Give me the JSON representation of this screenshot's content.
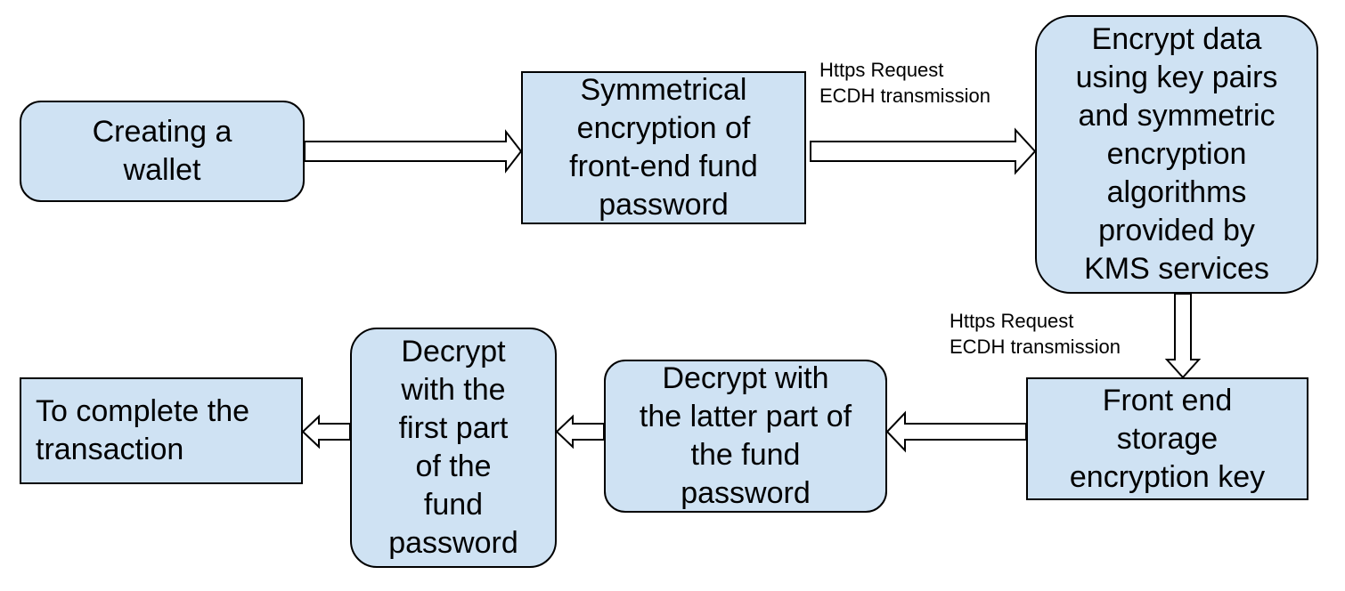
{
  "nodes": {
    "create_wallet": "Creating a\nwallet",
    "symmetric_encryption": "Symmetrical\nencryption of\nfront-end fund\npassword",
    "encrypt_kms": "Encrypt data\nusing key pairs\nand symmetric\nencryption\nalgorithms\nprovided by\nKMS services",
    "frontend_storage": "Front end\nstorage\nencryption key",
    "decrypt_latter": "Decrypt with\nthe latter part of\nthe fund\npassword",
    "decrypt_first": "Decrypt\nwith the\nfirst part\nof the\nfund\npassword",
    "complete": "To complete the\ntransaction"
  },
  "edge_labels": {
    "top": "Https Request\nECDH transmission",
    "right": "Https Request\nECDH transmission"
  },
  "colors": {
    "node_fill": "#cfe2f3",
    "stroke": "#000000",
    "arrow_fill": "#ffffff"
  }
}
